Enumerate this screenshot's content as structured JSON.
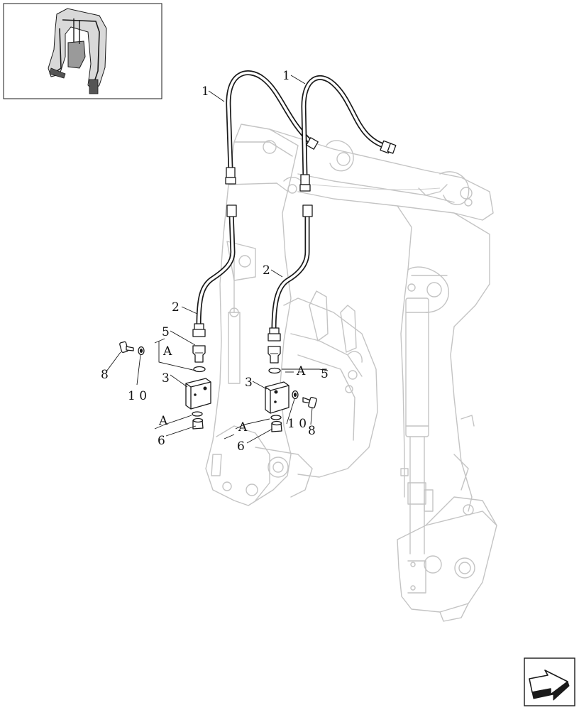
{
  "callouts": {
    "hose_left_top": "1",
    "hose_right_top": "1",
    "hose_left_lower": "2",
    "hose_right_lower": "2",
    "block_left": "3",
    "block_right": "3",
    "adapter_left": "5",
    "adapter_right": "5",
    "plug_left": "6",
    "plug_right": "6",
    "bolt_left": "8",
    "bolt_right": "8",
    "washer_left": "1 0",
    "washer_right": "1 0",
    "oring_left_top": "A",
    "oring_left_bottom": "A",
    "oring_right_top": "A",
    "oring_right_bottom": "A"
  },
  "thumbnail": {
    "icon": "excavator-arm-thumbnail-icon"
  },
  "navigation": {
    "icon": "next-page-arrow-icon"
  },
  "colors": {
    "line": "#1a1a1a",
    "ghost": "#c4c4c4",
    "background": "#ffffff"
  }
}
